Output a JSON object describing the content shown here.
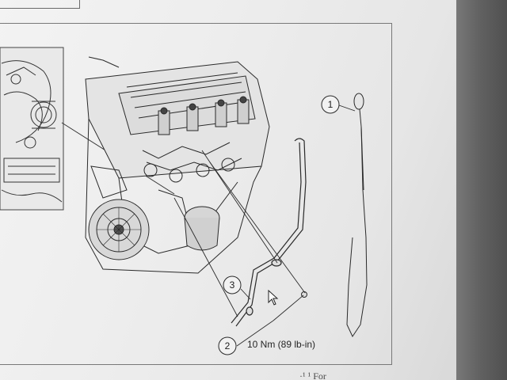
{
  "manual_page": {
    "callouts": [
      {
        "id": "callout-1",
        "number": "1"
      },
      {
        "id": "callout-2",
        "number": "2"
      },
      {
        "id": "callout-3",
        "number": "3"
      }
    ],
    "torque_spec": "10 Nm (89 lb-in)",
    "footer_fragment": "⁠·¹ ¹ For"
  },
  "colors": {
    "ink": "#2a2a2a",
    "paper": "#efefef",
    "background": "#5a5a5a"
  },
  "icons": {
    "pointer": "mouse-pointer-icon"
  }
}
